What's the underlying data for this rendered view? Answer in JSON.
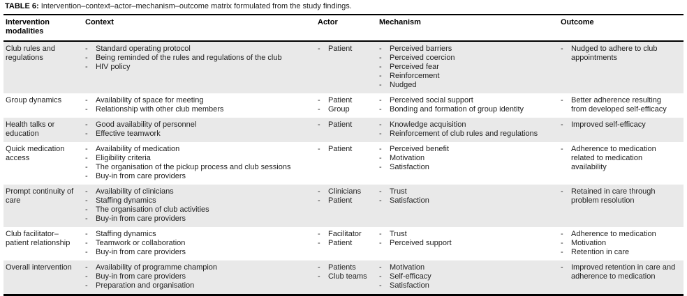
{
  "caption": {
    "label": "TABLE 6:",
    "text": "Intervention–context–actor–mechanism–outcome matrix formulated from the study findings."
  },
  "table": {
    "headers": {
      "modalities": "Intervention modalities",
      "context": "Context",
      "actor": "Actor",
      "mechanism": "Mechanism",
      "outcome": "Outcome"
    },
    "rows": [
      {
        "modality": "Club rules and regulations",
        "context": [
          "Standard operating protocol",
          "Being reminded of the rules and regulations of the club",
          "HIV policy"
        ],
        "actor": [
          "Patient"
        ],
        "mechanism": [
          "Perceived barriers",
          "Perceived coercion",
          "Perceived fear",
          "Reinforcement",
          "Nudged"
        ],
        "outcome": [
          "Nudged to adhere to club appointments"
        ]
      },
      {
        "modality": "Group dynamics",
        "context": [
          "Availability of space for meeting",
          "Relationship with other club members"
        ],
        "actor": [
          "Patient",
          "Group"
        ],
        "mechanism": [
          "Perceived social support",
          "Bonding and formation of group identity"
        ],
        "outcome": [
          "Better adherence resulting from developed self-efficacy"
        ]
      },
      {
        "modality": "Health talks or education",
        "context": [
          "Good availability of personnel",
          "Effective teamwork"
        ],
        "actor": [
          "Patient"
        ],
        "mechanism": [
          "Knowledge acquisition",
          "Reinforcement of club rules and regulations"
        ],
        "outcome": [
          "Improved self-efficacy"
        ]
      },
      {
        "modality": "Quick medication access",
        "context": [
          "Availability of medication",
          "Eligibility criteria",
          "The organisation of the pickup process and club sessions",
          "Buy-in from care providers"
        ],
        "actor": [
          "Patient"
        ],
        "mechanism": [
          "Perceived benefit",
          "Motivation",
          "Satisfaction"
        ],
        "outcome": [
          "Adherence to medication related to medication availability"
        ]
      },
      {
        "modality": "Prompt continuity of care",
        "context": [
          "Availability of clinicians",
          "Staffing dynamics",
          "The organisation of club activities",
          "Buy-in from care providers"
        ],
        "actor": [
          "Clinicians",
          "Patient"
        ],
        "mechanism": [
          "Trust",
          "Satisfaction"
        ],
        "outcome": [
          "Retained in care through problem resolution"
        ]
      },
      {
        "modality": "Club facilitator–patient relationship",
        "context": [
          "Staffing dynamics",
          "Teamwork or collaboration",
          "Buy-in from care providers"
        ],
        "actor": [
          "Facilitator",
          "Patient"
        ],
        "mechanism": [
          "Trust",
          "Perceived support"
        ],
        "outcome": [
          "Adherence to medication",
          "Motivation",
          "Retention in care"
        ]
      },
      {
        "modality": "Overall intervention",
        "context": [
          "Availability of programme champion",
          "Buy-in from care providers",
          "Preparation and organisation"
        ],
        "actor": [
          "Patients",
          "Club teams"
        ],
        "mechanism": [
          "Motivation",
          "Self-efficacy",
          "Satisfaction"
        ],
        "outcome": [
          "Improved retention in care and adherence to medication"
        ]
      }
    ]
  },
  "colors": {
    "stripe": "#e9e9e9",
    "text": "#1f1f1f",
    "rule": "#000000"
  }
}
